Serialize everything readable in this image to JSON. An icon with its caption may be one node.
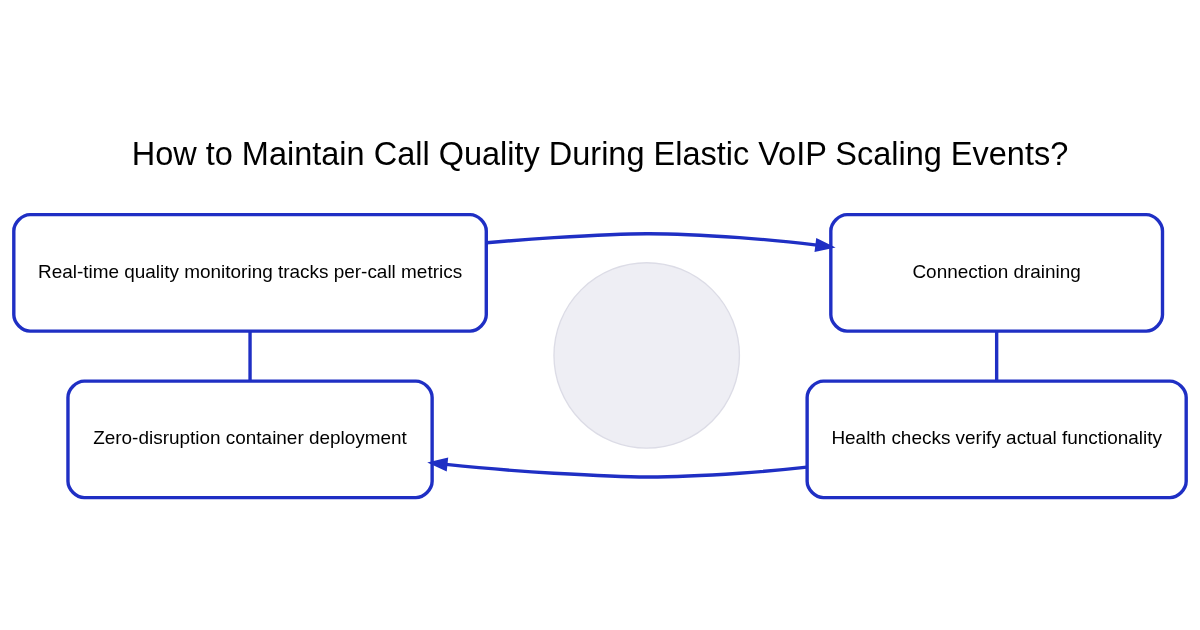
{
  "diagram": {
    "title": "How to Maintain Call Quality During Elastic VoIP Scaling Events?",
    "nodes": [
      {
        "text": [
          "Real-time quality monitoring tracks per-call metrics"
        ]
      },
      {
        "text": [
          "Connection draining"
        ]
      },
      {
        "text": [
          "Zero-disruption container deployment"
        ]
      },
      {
        "text": [
          "Health checks verify actual functionality"
        ]
      },
      {
        "text": [],
        "shape": "circle"
      }
    ],
    "edges": [
      {
        "from": 0,
        "to": 1,
        "arrow": "to"
      },
      {
        "from": 3,
        "to": 2,
        "arrow": "to"
      },
      {
        "from": 0,
        "to": 2,
        "arrow": "none"
      },
      {
        "from": 1,
        "to": 3,
        "arrow": "none"
      }
    ]
  }
}
